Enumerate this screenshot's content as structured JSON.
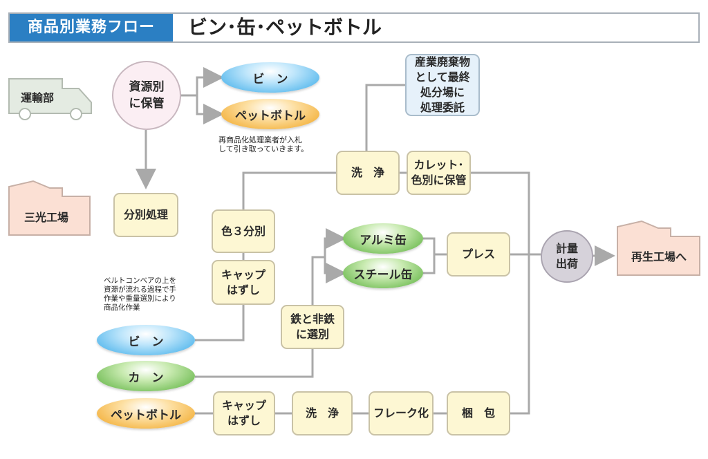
{
  "header": {
    "tag": "商品別業務フロー",
    "title": "ビン･缶･ペットボトル"
  },
  "places": {
    "transport": "運輸部",
    "factory": "三光工場",
    "recycle_factory": "再生工場へ"
  },
  "top_flow": {
    "storage": "資源別\nに保管",
    "bin": "ビ　ン",
    "pet": "ペットボトル",
    "note": "再商品化処理業者が入札\nして引き取っていきます。",
    "separation": "分別処理"
  },
  "process": {
    "disposal": "産業廃棄物\nとして最終\n処分場に\n処理委託",
    "wash": "洗　浄",
    "cullet": "カレット･\n色別に保管",
    "color_sort": "色３分別",
    "cap_off": "キャップ\nはずし",
    "metal_sort": "鉄と非鉄\nに選別",
    "aluminum": "アルミ缶",
    "steel": "スチール缶",
    "press": "プレス",
    "ship": "計量\n出荷",
    "belt_note": "ベルトコンベアの上を\n資源が流れる過程で手\n作業や重量選別により\n商品化作業"
  },
  "bottom_flow": {
    "bin": "ビ　ン",
    "can": "カ　ン",
    "pet": "ペットボトル",
    "cap_off": "キャップ\nはずし",
    "wash": "洗　浄",
    "flake": "フレーク化",
    "pack": "梱　包"
  },
  "colors": {
    "header_tag": "#2b7fc3",
    "box_fill": "#fdf7d3",
    "line": "#a9a9a9",
    "pill_blue": "#35a9e8",
    "pill_green": "#54ad36",
    "pill_orange": "#f0a21b"
  }
}
